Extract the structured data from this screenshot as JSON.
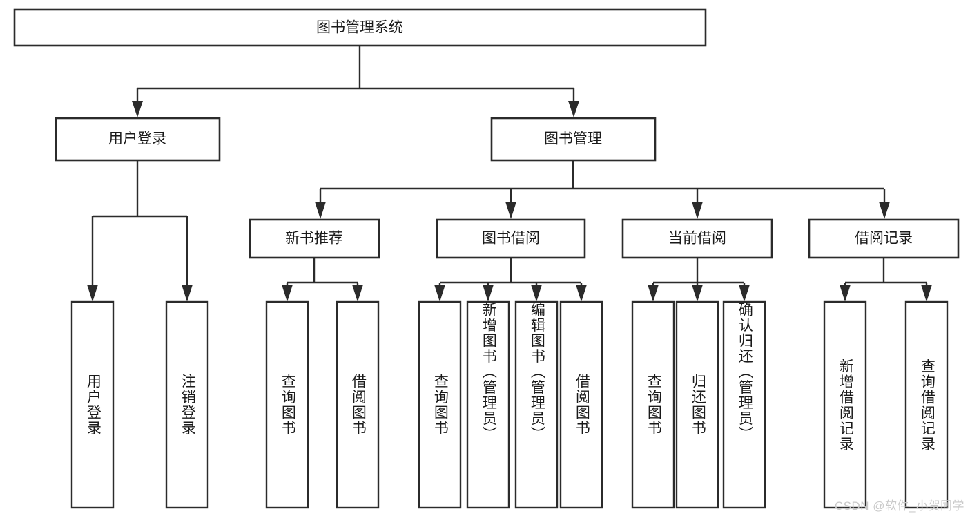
{
  "diagram": {
    "type": "tree-hierarchy",
    "title": "图书管理系统",
    "watermark": "CSDN @软件_小贺同学",
    "colors": {
      "stroke": "#2b2b2b",
      "fill": "#ffffff",
      "text": "#1a1a1a",
      "watermark": "#c9c9c9"
    },
    "root": {
      "label": "图书管理系统"
    },
    "level1": [
      {
        "label": "用户登录"
      },
      {
        "label": "图书管理"
      }
    ],
    "level2": [
      {
        "label": "新书推荐"
      },
      {
        "label": "图书借阅"
      },
      {
        "label": "当前借阅"
      },
      {
        "label": "借阅记录"
      }
    ],
    "leaves": {
      "user_login": [
        {
          "label": "用户登录"
        },
        {
          "label": "注销登录"
        }
      ],
      "new_book_recommend": [
        {
          "label": "查询图书"
        },
        {
          "label": "借阅图书"
        }
      ],
      "book_borrow": [
        {
          "label": "查询图书"
        },
        {
          "label": "新增图书（管理员）"
        },
        {
          "label": "编辑图书（管理员）"
        },
        {
          "label": "借阅图书"
        }
      ],
      "current_borrow": [
        {
          "label": "查询图书"
        },
        {
          "label": "归还图书"
        },
        {
          "label": "确认归还（管理员）"
        }
      ],
      "borrow_record": [
        {
          "label": "新增借阅记录"
        },
        {
          "label": "查询借阅记录"
        }
      ]
    }
  }
}
